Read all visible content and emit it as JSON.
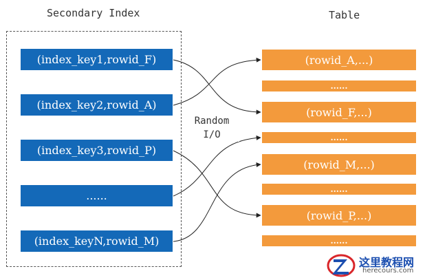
{
  "index_title": "Secondary Index",
  "table_title": "Table",
  "index_entries": [
    "(index_key1,rowid_F)",
    "(index_key2,rowid_A)",
    "(index_key3,rowid_P)",
    "......",
    "(index_keyN,rowid_M)"
  ],
  "table_rows": [
    "(rowid_A,...)",
    "......",
    "(rowid_F,...)",
    "......",
    "(rowid_M,...)",
    "......",
    "(rowid_P,...)",
    "......"
  ],
  "random_io_label": [
    "Random",
    "I/O"
  ],
  "mappings": [
    {
      "from": "(index_key1,rowid_F)",
      "to": "(rowid_F,...)"
    },
    {
      "from": "(index_key2,rowid_A)",
      "to": "(rowid_A,...)"
    },
    {
      "from": "(index_key3,rowid_P)",
      "to": "(rowid_P,...)"
    },
    {
      "from": "......",
      "to": "......"
    },
    {
      "from": "(index_keyN,rowid_M)",
      "to": "(rowid_M,...)"
    }
  ],
  "colors": {
    "index_fill": "#1469b8",
    "table_fill": "#f39a3c",
    "arrow": "#222222"
  },
  "watermark": {
    "text": "这里教程网",
    "url": "herecours.com"
  }
}
